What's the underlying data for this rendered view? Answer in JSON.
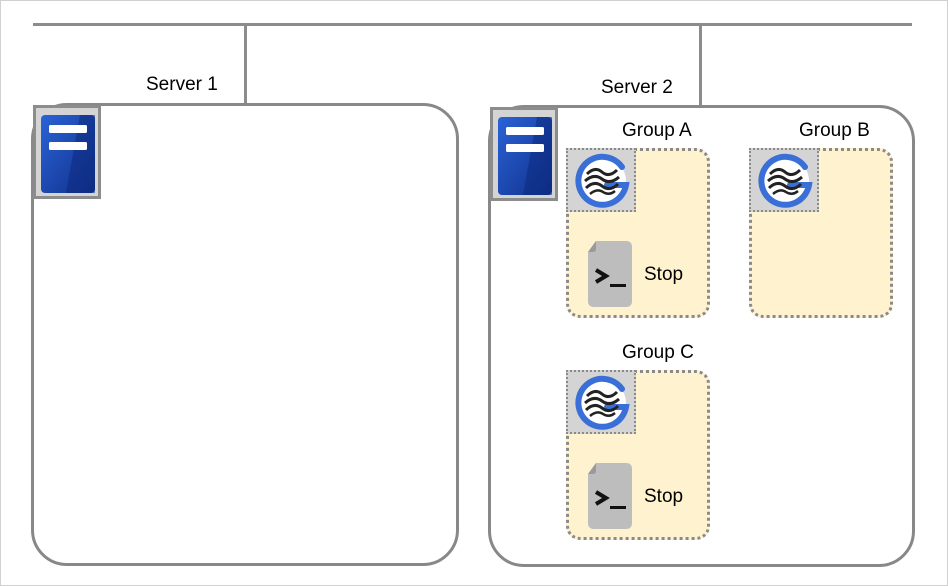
{
  "servers": [
    {
      "name": "Server 1",
      "icon": "server-icon"
    },
    {
      "name": "Server 2",
      "icon": "server-icon"
    }
  ],
  "groups": [
    {
      "name": "Group A",
      "icon": "group-icon",
      "resource": {
        "icon": "script-icon",
        "label": "Stop"
      }
    },
    {
      "name": "Group B",
      "icon": "group-icon"
    },
    {
      "name": "Group C",
      "icon": "group-icon",
      "resource": {
        "icon": "script-icon",
        "label": "Stop"
      }
    }
  ],
  "colors": {
    "line": "#8c8c8c",
    "server_icon": "#1f4fb5",
    "group_fill": "#fff2cf",
    "group_logo": "#3a6fd8"
  }
}
